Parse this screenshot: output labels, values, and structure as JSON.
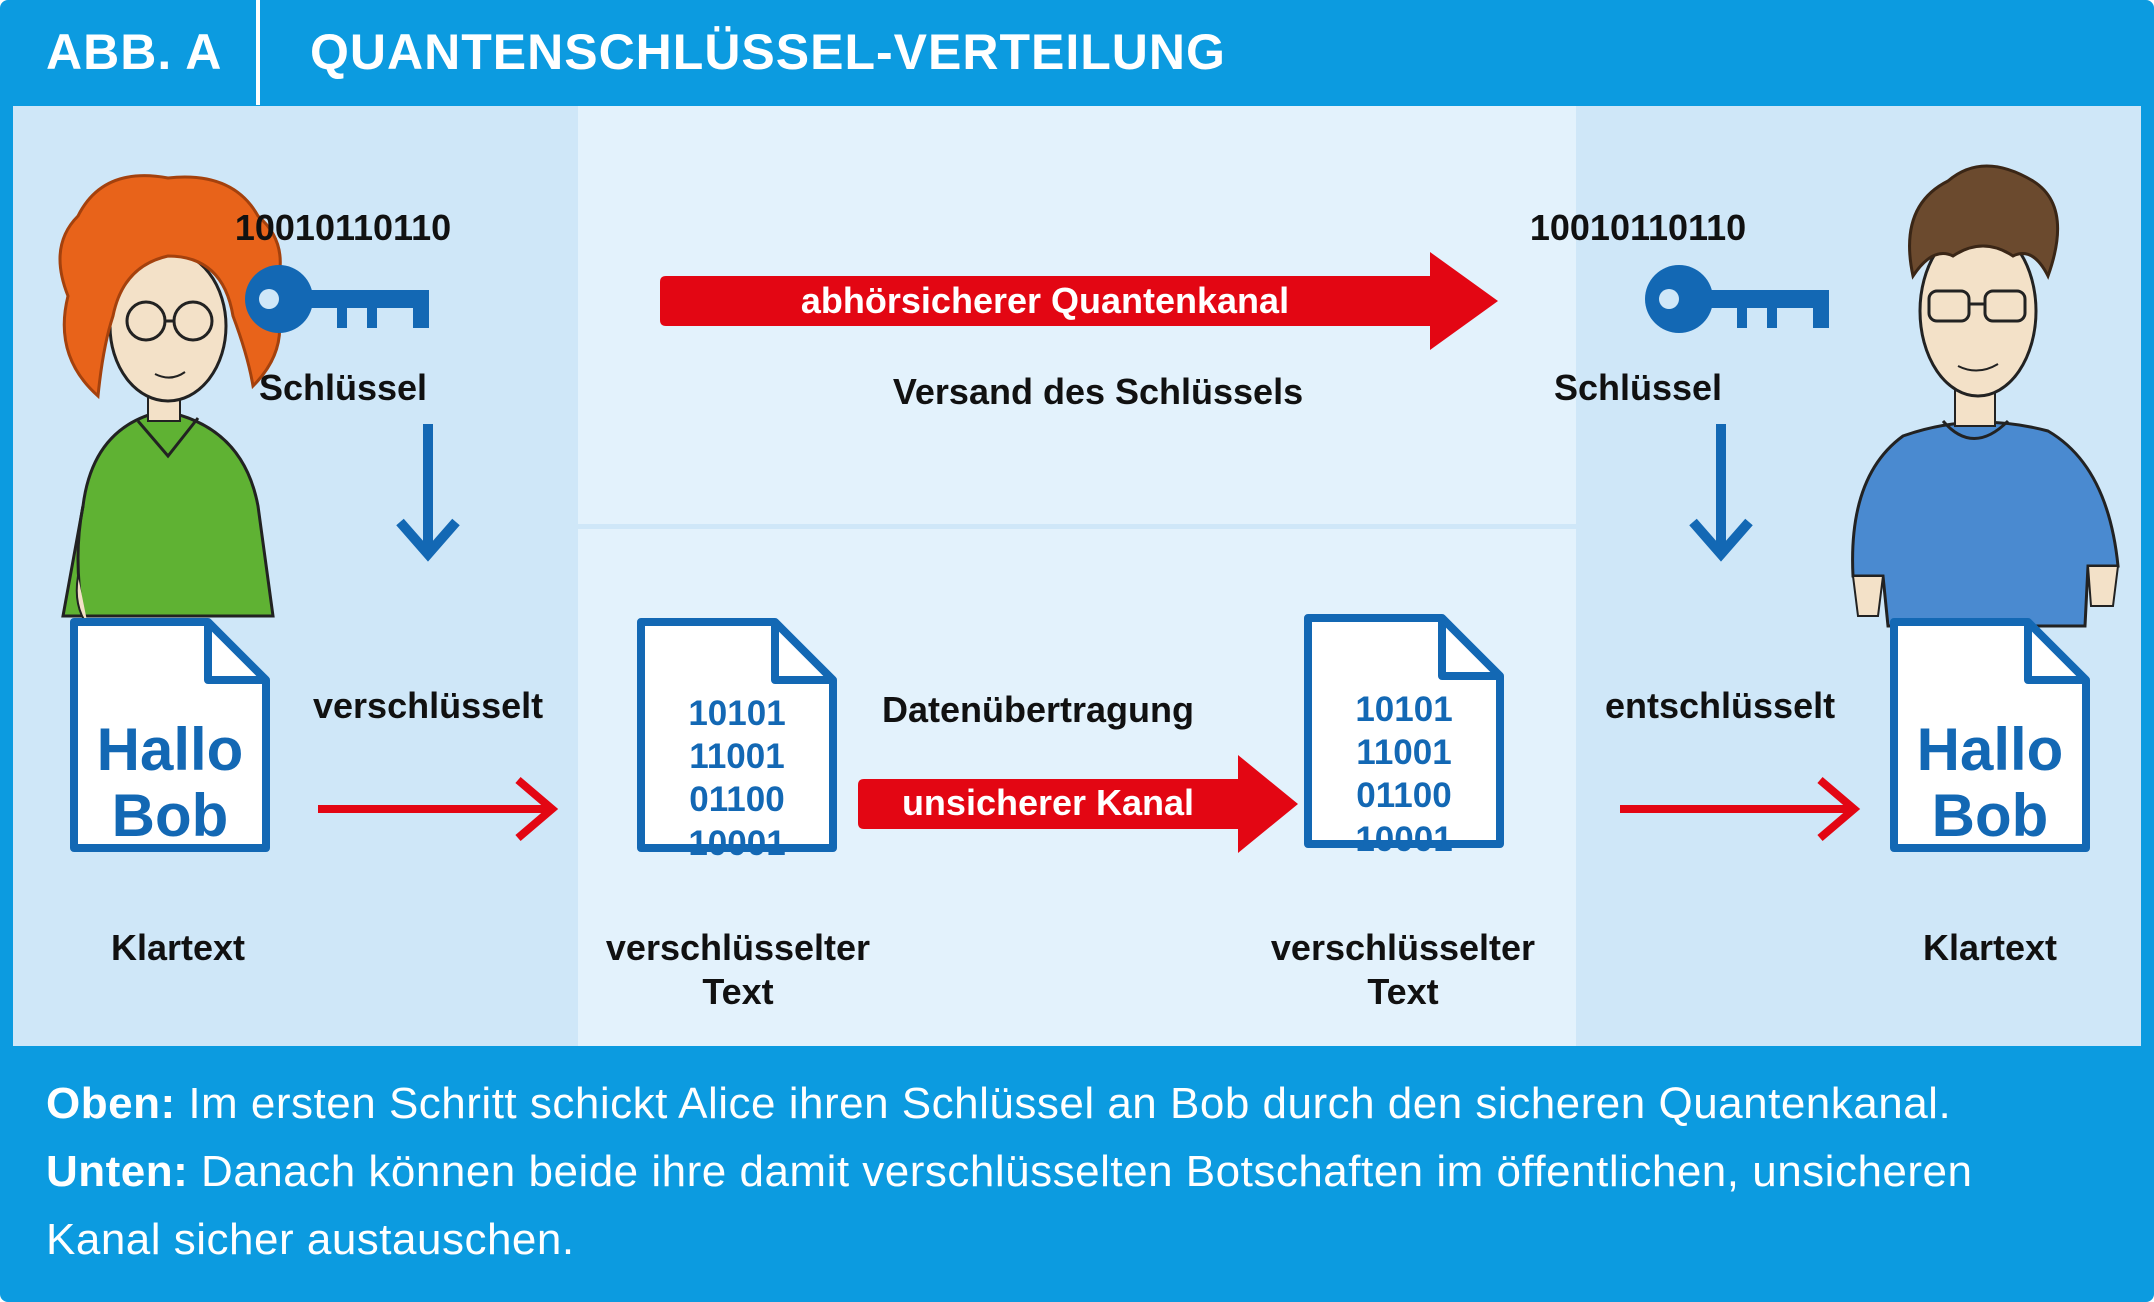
{
  "header": {
    "label": "ABB. A",
    "title": "QUANTENSCHLÜSSEL-VERTEILUNG"
  },
  "alice": {
    "key_bits": "10010110110",
    "key_label": "Schlüssel",
    "action": "verschlüsselt",
    "doc_text_line1": "Hallo",
    "doc_text_line2": "Bob",
    "doc_label": "Klartext"
  },
  "bob": {
    "key_bits": "10010110110",
    "key_label": "Schlüssel",
    "action": "entschlüsselt",
    "doc_text_line1": "Hallo",
    "doc_text_line2": "Bob",
    "doc_label": "Klartext"
  },
  "quantum": {
    "channel_label": "abhörsicherer Quantenkanal",
    "caption": "Versand des Schlüssels"
  },
  "transfer": {
    "title": "Datenübertragung",
    "channel_label": "unsicherer Kanal"
  },
  "encrypted_left": {
    "lines": [
      "10101",
      "11001",
      "01100",
      "10001"
    ],
    "label_line1": "verschlüsselter",
    "label_line2": "Text"
  },
  "encrypted_right": {
    "lines": [
      "10101",
      "11001",
      "01100",
      "10001"
    ],
    "label_line1": "verschlüsselter",
    "label_line2": "Text"
  },
  "caption": {
    "line1_bold": "Oben:",
    "line1_text": " Im ersten Schritt schickt Alice ihren Schlüssel an Bob durch den sicheren Quantenkanal.",
    "line2_bold": "Unten:",
    "line2_text": " Danach können beide ihre damit verschlüsselten Botschaften im öffentlichen, unsicheren",
    "line3_text": "Kanal sicher austauschen."
  },
  "colors": {
    "frame": "#0c9be0",
    "panel_side": "#cfe7f8",
    "panel_center": "#e3f2fc",
    "doc_blue": "#1368b4",
    "arrow_red": "#e30613",
    "arrow_blue": "#1368b4",
    "alice_hair": "#e8631a",
    "alice_shirt": "#5fb233",
    "bob_hair": "#6b4a2e",
    "bob_shirt": "#4a8ad0"
  },
  "icons": [
    "alice-person-icon",
    "bob-person-icon",
    "key-icon",
    "document-icon",
    "arrow-down-icon",
    "arrow-right-icon"
  ]
}
